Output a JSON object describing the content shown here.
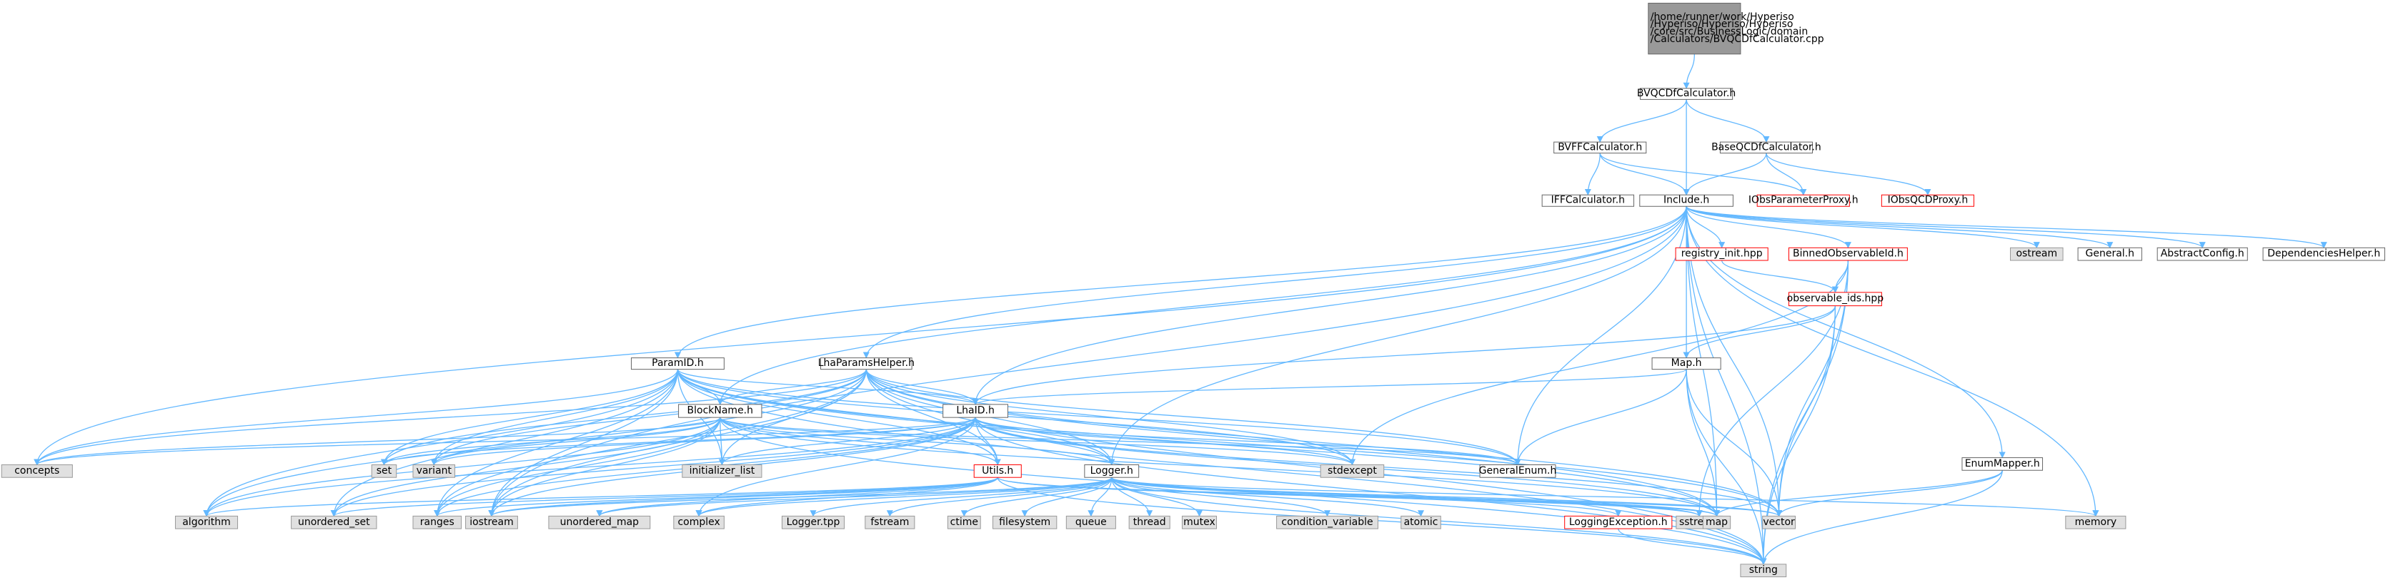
{
  "diagram": {
    "type": "include-dependency-graph",
    "colors": {
      "edge": "#63b8ff",
      "node_fill": "#ffffff",
      "node_stroke": "#666666",
      "root_fill": "#999999",
      "root_stroke": "#666666",
      "system_fill": "#e0e0e0",
      "system_stroke": "#999999",
      "truncated_stroke": "#ff0000",
      "text": "#000000"
    },
    "nodes": [
      {
        "id": "root",
        "lines": [
          "/home/runner/work/Hyperiso",
          "/Hyperiso/Hyperiso/Hyperiso",
          "/core/src/BusinessLogic/domain",
          "/Calculators/BVQCDfCalculator.cpp"
        ],
        "style": "root"
      },
      {
        "id": "bvqcdf_h",
        "lines": [
          "BVQCDfCalculator.h"
        ],
        "style": "normal"
      },
      {
        "id": "bvff_h",
        "lines": [
          "BVFFCalculator.h"
        ],
        "style": "normal"
      },
      {
        "id": "baseqcdf_h",
        "lines": [
          "BaseQCDfCalculator.h"
        ],
        "style": "normal"
      },
      {
        "id": "iff_h",
        "lines": [
          "IFFCalculator.h"
        ],
        "style": "normal"
      },
      {
        "id": "include_h",
        "lines": [
          "Include.h"
        ],
        "style": "normal"
      },
      {
        "id": "iobsparam",
        "lines": [
          "IObsParameterProxy.h"
        ],
        "style": "truncated"
      },
      {
        "id": "iobsqcd",
        "lines": [
          "IObsQCDProxy.h"
        ],
        "style": "truncated"
      },
      {
        "id": "registry",
        "lines": [
          "registry_init.hpp"
        ],
        "style": "truncated"
      },
      {
        "id": "binned",
        "lines": [
          "BinnedObservableId.h"
        ],
        "style": "truncated"
      },
      {
        "id": "ostream",
        "lines": [
          "ostream"
        ],
        "style": "system"
      },
      {
        "id": "general_h",
        "lines": [
          "General.h"
        ],
        "style": "normal"
      },
      {
        "id": "abstractcfg",
        "lines": [
          "AbstractConfig.h"
        ],
        "style": "normal"
      },
      {
        "id": "deps",
        "lines": [
          "DependenciesHelper.h"
        ],
        "style": "normal"
      },
      {
        "id": "observable",
        "lines": [
          "observable_ids.hpp"
        ],
        "style": "truncated"
      },
      {
        "id": "paramid",
        "lines": [
          "ParamID.h"
        ],
        "style": "normal"
      },
      {
        "id": "lhaparams",
        "lines": [
          "LhaParamsHelper.h"
        ],
        "style": "normal"
      },
      {
        "id": "map_h",
        "lines": [
          "Map.h"
        ],
        "style": "normal"
      },
      {
        "id": "blockname",
        "lines": [
          "BlockName.h"
        ],
        "style": "normal"
      },
      {
        "id": "lhaid",
        "lines": [
          "LhaID.h"
        ],
        "style": "normal"
      },
      {
        "id": "enummapper",
        "lines": [
          "EnumMapper.h"
        ],
        "style": "normal"
      },
      {
        "id": "concepts",
        "lines": [
          "concepts"
        ],
        "style": "system"
      },
      {
        "id": "set",
        "lines": [
          "set"
        ],
        "style": "system"
      },
      {
        "id": "variant",
        "lines": [
          "variant"
        ],
        "style": "system"
      },
      {
        "id": "init_list",
        "lines": [
          "initializer_list"
        ],
        "style": "system"
      },
      {
        "id": "utils",
        "lines": [
          "Utils.h"
        ],
        "style": "truncated"
      },
      {
        "id": "logger",
        "lines": [
          "Logger.h"
        ],
        "style": "normal"
      },
      {
        "id": "stdexcept",
        "lines": [
          "stdexcept"
        ],
        "style": "system"
      },
      {
        "id": "generalenum",
        "lines": [
          "GeneralEnum.h"
        ],
        "style": "normal"
      },
      {
        "id": "algorithm",
        "lines": [
          "algorithm"
        ],
        "style": "system"
      },
      {
        "id": "unordered_set",
        "lines": [
          "unordered_set"
        ],
        "style": "system"
      },
      {
        "id": "ranges",
        "lines": [
          "ranges"
        ],
        "style": "system"
      },
      {
        "id": "iostream",
        "lines": [
          "iostream"
        ],
        "style": "system"
      },
      {
        "id": "unordered_map",
        "lines": [
          "unordered_map"
        ],
        "style": "system"
      },
      {
        "id": "complex",
        "lines": [
          "complex"
        ],
        "style": "system"
      },
      {
        "id": "logger_tpp",
        "lines": [
          "Logger.tpp"
        ],
        "style": "system"
      },
      {
        "id": "fstream",
        "lines": [
          "fstream"
        ],
        "style": "system"
      },
      {
        "id": "ctime",
        "lines": [
          "ctime"
        ],
        "style": "system"
      },
      {
        "id": "filesystem",
        "lines": [
          "filesystem"
        ],
        "style": "system"
      },
      {
        "id": "queue",
        "lines": [
          "queue"
        ],
        "style": "system"
      },
      {
        "id": "thread",
        "lines": [
          "thread"
        ],
        "style": "system"
      },
      {
        "id": "mutex",
        "lines": [
          "mutex"
        ],
        "style": "system"
      },
      {
        "id": "condvar",
        "lines": [
          "condition_variable"
        ],
        "style": "system"
      },
      {
        "id": "atomic",
        "lines": [
          "atomic"
        ],
        "style": "system"
      },
      {
        "id": "loggingexc",
        "lines": [
          "LoggingException.h"
        ],
        "style": "truncated"
      },
      {
        "id": "sstream",
        "lines": [
          "sstream"
        ],
        "style": "system"
      },
      {
        "id": "map",
        "lines": [
          "map"
        ],
        "style": "system"
      },
      {
        "id": "vector",
        "lines": [
          "vector"
        ],
        "style": "system"
      },
      {
        "id": "memory",
        "lines": [
          "memory"
        ],
        "style": "system"
      },
      {
        "id": "string",
        "lines": [
          "string"
        ],
        "style": "system"
      }
    ],
    "edges": [
      [
        "root",
        "bvqcdf_h"
      ],
      [
        "bvqcdf_h",
        "bvff_h"
      ],
      [
        "bvqcdf_h",
        "baseqcdf_h"
      ],
      [
        "bvqcdf_h",
        "include_h"
      ],
      [
        "bvff_h",
        "iff_h"
      ],
      [
        "bvff_h",
        "include_h"
      ],
      [
        "bvff_h",
        "iobsparam"
      ],
      [
        "baseqcdf_h",
        "include_h"
      ],
      [
        "baseqcdf_h",
        "iobsparam"
      ],
      [
        "baseqcdf_h",
        "iobsqcd"
      ],
      [
        "include_h",
        "registry"
      ],
      [
        "include_h",
        "binned"
      ],
      [
        "include_h",
        "ostream"
      ],
      [
        "include_h",
        "general_h"
      ],
      [
        "include_h",
        "abstractcfg"
      ],
      [
        "include_h",
        "deps"
      ],
      [
        "include_h",
        "paramid"
      ],
      [
        "include_h",
        "lhaparams"
      ],
      [
        "include_h",
        "map_h"
      ],
      [
        "include_h",
        "blockname"
      ],
      [
        "include_h",
        "lhaid"
      ],
      [
        "include_h",
        "concepts"
      ],
      [
        "include_h",
        "logger"
      ],
      [
        "include_h",
        "generalenum"
      ],
      [
        "include_h",
        "enummapper"
      ],
      [
        "include_h",
        "iostream"
      ],
      [
        "include_h",
        "map"
      ],
      [
        "include_h",
        "vector"
      ],
      [
        "include_h",
        "memory"
      ],
      [
        "include_h",
        "string"
      ],
      [
        "registry",
        "observable"
      ],
      [
        "binned",
        "observable"
      ],
      [
        "binned",
        "stdexcept"
      ],
      [
        "binned",
        "sstream"
      ],
      [
        "binned",
        "vector"
      ],
      [
        "binned",
        "string"
      ],
      [
        "observable",
        "map_h"
      ],
      [
        "observable",
        "lhaid"
      ],
      [
        "observable",
        "vector"
      ],
      [
        "observable",
        "string"
      ],
      [
        "map_h",
        "lhaid"
      ],
      [
        "map_h",
        "generalenum"
      ],
      [
        "map_h",
        "map"
      ],
      [
        "map_h",
        "vector"
      ],
      [
        "map_h",
        "string"
      ],
      [
        "enummapper",
        "map"
      ],
      [
        "enummapper",
        "vector"
      ],
      [
        "enummapper",
        "string"
      ],
      [
        "paramid",
        "blockname"
      ],
      [
        "paramid",
        "lhaid"
      ],
      [
        "paramid",
        "concepts"
      ],
      [
        "paramid",
        "set"
      ],
      [
        "paramid",
        "variant"
      ],
      [
        "paramid",
        "init_list"
      ],
      [
        "paramid",
        "utils"
      ],
      [
        "paramid",
        "logger"
      ],
      [
        "paramid",
        "stdexcept"
      ],
      [
        "paramid",
        "generalenum"
      ],
      [
        "paramid",
        "algorithm"
      ],
      [
        "paramid",
        "unordered_set"
      ],
      [
        "paramid",
        "ranges"
      ],
      [
        "paramid",
        "iostream"
      ],
      [
        "paramid",
        "map"
      ],
      [
        "paramid",
        "vector"
      ],
      [
        "paramid",
        "string"
      ],
      [
        "lhaparams",
        "blockname"
      ],
      [
        "lhaparams",
        "lhaid"
      ],
      [
        "lhaparams",
        "concepts"
      ],
      [
        "lhaparams",
        "set"
      ],
      [
        "lhaparams",
        "variant"
      ],
      [
        "lhaparams",
        "init_list"
      ],
      [
        "lhaparams",
        "utils"
      ],
      [
        "lhaparams",
        "logger"
      ],
      [
        "lhaparams",
        "stdexcept"
      ],
      [
        "lhaparams",
        "generalenum"
      ],
      [
        "lhaparams",
        "algorithm"
      ],
      [
        "lhaparams",
        "ranges"
      ],
      [
        "lhaparams",
        "iostream"
      ],
      [
        "lhaparams",
        "map"
      ],
      [
        "lhaparams",
        "vector"
      ],
      [
        "lhaparams",
        "string"
      ],
      [
        "blockname",
        "concepts"
      ],
      [
        "blockname",
        "set"
      ],
      [
        "blockname",
        "variant"
      ],
      [
        "blockname",
        "init_list"
      ],
      [
        "blockname",
        "utils"
      ],
      [
        "blockname",
        "logger"
      ],
      [
        "blockname",
        "stdexcept"
      ],
      [
        "blockname",
        "generalenum"
      ],
      [
        "blockname",
        "algorithm"
      ],
      [
        "blockname",
        "unordered_set"
      ],
      [
        "blockname",
        "ranges"
      ],
      [
        "blockname",
        "iostream"
      ],
      [
        "blockname",
        "map"
      ],
      [
        "blockname",
        "string"
      ],
      [
        "lhaid",
        "concepts"
      ],
      [
        "lhaid",
        "set"
      ],
      [
        "lhaid",
        "variant"
      ],
      [
        "lhaid",
        "init_list"
      ],
      [
        "lhaid",
        "utils"
      ],
      [
        "lhaid",
        "logger"
      ],
      [
        "lhaid",
        "stdexcept"
      ],
      [
        "lhaid",
        "generalenum"
      ],
      [
        "lhaid",
        "algorithm"
      ],
      [
        "lhaid",
        "unordered_set"
      ],
      [
        "lhaid",
        "ranges"
      ],
      [
        "lhaid",
        "iostream"
      ],
      [
        "lhaid",
        "complex"
      ],
      [
        "lhaid",
        "map"
      ],
      [
        "lhaid",
        "vector"
      ],
      [
        "lhaid",
        "string"
      ],
      [
        "utils",
        "algorithm"
      ],
      [
        "utils",
        "unordered_set"
      ],
      [
        "utils",
        "ranges"
      ],
      [
        "utils",
        "iostream"
      ],
      [
        "utils",
        "unordered_map"
      ],
      [
        "utils",
        "complex"
      ],
      [
        "utils",
        "sstream"
      ],
      [
        "utils",
        "map"
      ],
      [
        "utils",
        "vector"
      ],
      [
        "utils",
        "string"
      ],
      [
        "logger",
        "iostream"
      ],
      [
        "logger",
        "unordered_map"
      ],
      [
        "logger",
        "complex"
      ],
      [
        "logger",
        "logger_tpp"
      ],
      [
        "logger",
        "fstream"
      ],
      [
        "logger",
        "ctime"
      ],
      [
        "logger",
        "filesystem"
      ],
      [
        "logger",
        "queue"
      ],
      [
        "logger",
        "thread"
      ],
      [
        "logger",
        "mutex"
      ],
      [
        "logger",
        "condvar"
      ],
      [
        "logger",
        "atomic"
      ],
      [
        "logger",
        "loggingexc"
      ],
      [
        "logger",
        "sstream"
      ],
      [
        "logger",
        "map"
      ],
      [
        "logger",
        "vector"
      ],
      [
        "logger",
        "memory"
      ],
      [
        "logger",
        "string"
      ],
      [
        "loggingexc",
        "string"
      ]
    ]
  }
}
